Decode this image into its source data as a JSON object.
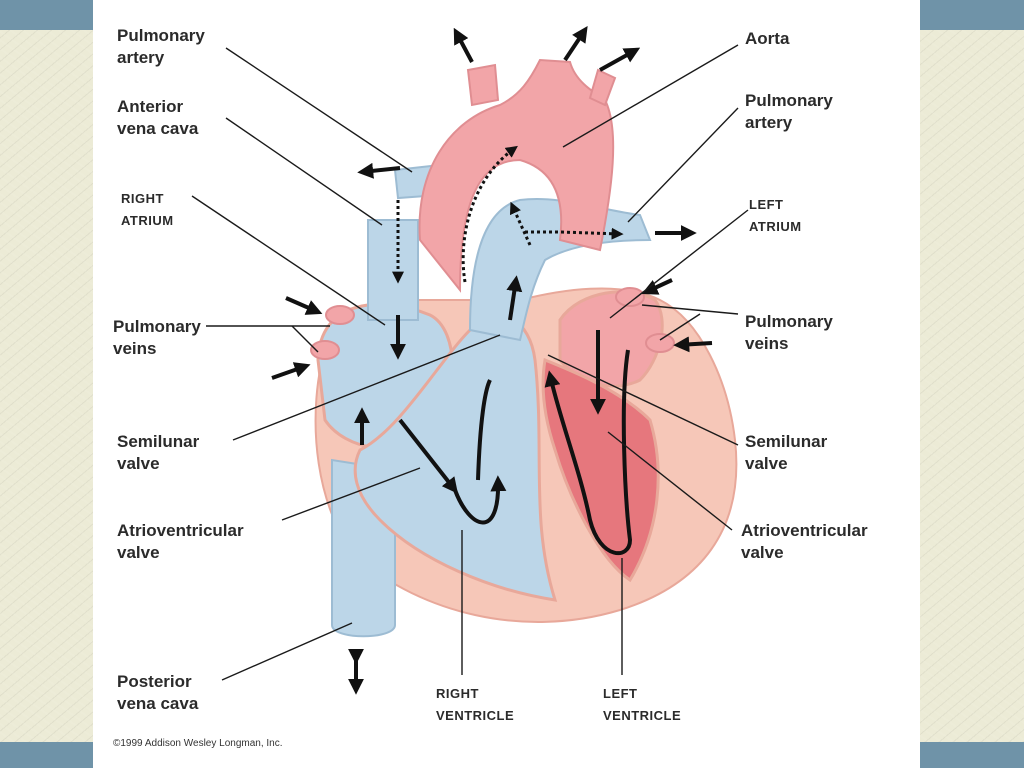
{
  "labels": {
    "pulmonary_artery_left": "Pulmonary\nartery",
    "anterior_vena_cava": "Anterior\nvena cava",
    "right_atrium": "RIGHT\nATRIUM",
    "pulmonary_veins_left": "Pulmonary\nveins",
    "semilunar_valve_left": "Semilunar\nvalve",
    "av_valve_left": "Atrioventricular\nvalve",
    "posterior_vena_cava": "Posterior\nvena cava",
    "right_ventricle": "RIGHT\nVENTRICLE",
    "left_ventricle": "LEFT\nVENTRICLE",
    "aorta": "Aorta",
    "pulmonary_artery_right": "Pulmonary\nartery",
    "left_atrium": "LEFT\nATRIUM",
    "pulmonary_veins_right": "Pulmonary\nveins",
    "semilunar_valve_right": "Semilunar\nvalve",
    "av_valve_right": "Atrioventricular\nvalve"
  },
  "credit": "©1999 Addison Wesley Longman, Inc.",
  "colors": {
    "deoxygenated": "#bcd6e8",
    "oxygenated": "#f2a5a8",
    "myocardium": "#f6c7b8",
    "leader_line": "#1a1a1a",
    "background_frame": "#6f93a8",
    "background_band": "#ecebd6"
  }
}
